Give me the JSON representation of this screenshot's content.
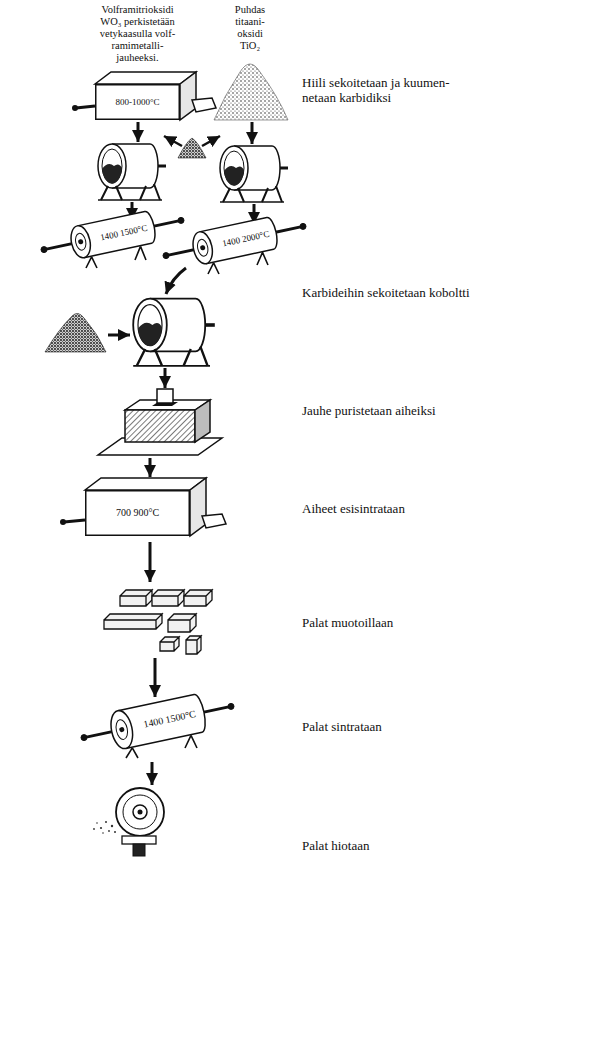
{
  "diagram": {
    "nodes": [
      {
        "text": [
          "800-1000°C"
        ]
      },
      {
        "text": [
          "1400 1500°C"
        ]
      },
      {
        "text": [
          "1400 2000°C"
        ]
      },
      {
        "text": [
          "700 900°C"
        ]
      },
      {
        "text": [
          "1400 1500°C"
        ]
      }
    ],
    "labels": [
      "Volframitrioksidi WO₃ perkistetään vetykaasulla volf- ramimetalli- jauheeksi.",
      "Puhdas titaani- oksidi TiO₂",
      "Hiili sekoitetaan ja kuumen- netaan karbidiksi",
      "Karbideihin sekoitetaan koboltti",
      "Jauhe puristetaan aiheiksi",
      "Aiheet esisintrataan",
      "Palat muotoillaan",
      "Palat sintrataan",
      "Palat hiotaan"
    ]
  }
}
